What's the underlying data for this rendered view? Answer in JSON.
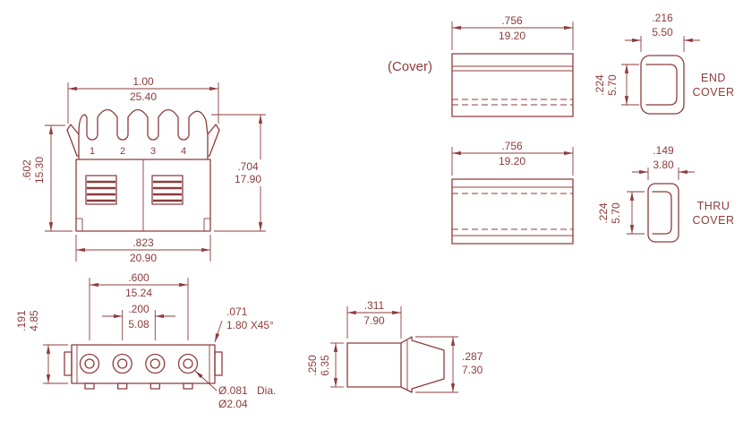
{
  "colors": {
    "line": "#8e3b3b",
    "background": "#ffffff"
  },
  "front_view": {
    "terminals": [
      "1",
      "2",
      "3",
      "4"
    ],
    "dim_overall_width": {
      "inch": "1.00",
      "mm": "25.40"
    },
    "dim_height_left": {
      "inch": ".602",
      "mm": "15.30"
    },
    "dim_height_right": {
      "inch": ".704",
      "mm": "17.90"
    },
    "dim_body_width": {
      "inch": ".823",
      "mm": "20.90"
    }
  },
  "bottom_view": {
    "dim_hole_span": {
      "inch": ".600",
      "mm": "15.24"
    },
    "dim_hole_pitch": {
      "inch": ".200",
      "mm": "5.08"
    },
    "dim_thickness": {
      "inch": ".191",
      "mm": "4.85"
    },
    "chamfer_callout": {
      "inch": ".071",
      "note": "1.80 X45°"
    },
    "hole_callout": {
      "inch": "Ø.081",
      "mm": "Ø2.04",
      "suffix": "Dia."
    }
  },
  "side_view": {
    "dim_width": {
      "inch": ".311",
      "mm": "7.90"
    },
    "dim_height_left": {
      "inch": ".250",
      "mm": "6.35"
    },
    "dim_height_right": {
      "inch": ".287",
      "mm": "7.30"
    }
  },
  "covers": {
    "section_label": "(Cover)",
    "end_cover": {
      "label_line1": "END",
      "label_line2": "COVER",
      "dim_length": {
        "inch": ".756",
        "mm": "19.20"
      },
      "dim_width": {
        "inch": ".216",
        "mm": "5.50"
      },
      "dim_height": {
        "inch": ".224",
        "mm": "5.70"
      }
    },
    "thru_cover": {
      "label_line1": "THRU",
      "label_line2": "COVER",
      "dim_length": {
        "inch": ".756",
        "mm": "19.20"
      },
      "dim_width": {
        "inch": ".149",
        "mm": "3.80"
      },
      "dim_height": {
        "inch": ".224",
        "mm": "5.70"
      }
    }
  }
}
